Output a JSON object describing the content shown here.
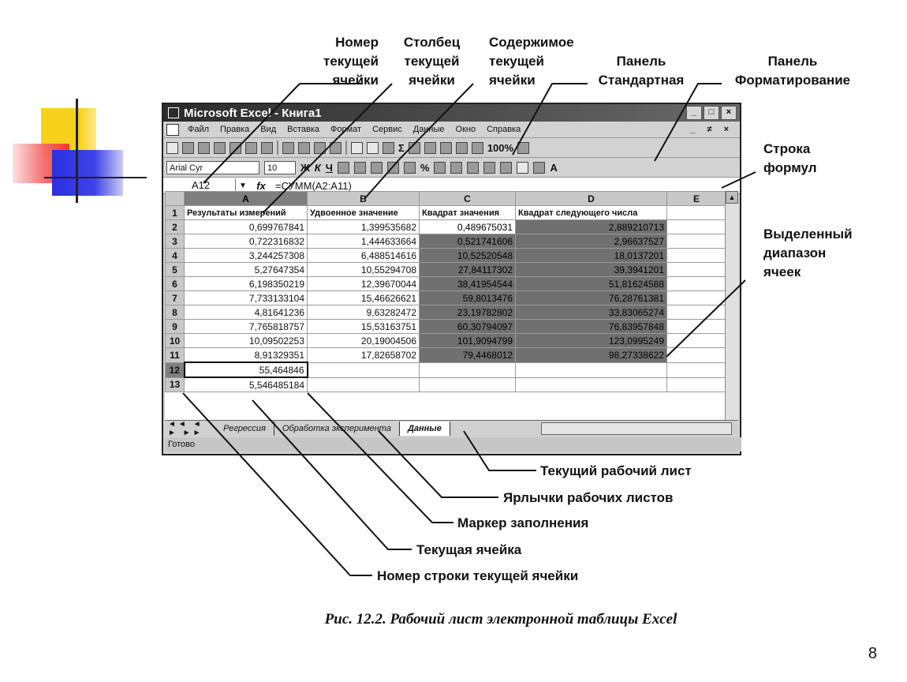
{
  "callouts": {
    "cell_number": [
      "Номер",
      "текущей",
      "ячейки"
    ],
    "cell_column": [
      "Столбец",
      "текущей",
      "ячейки"
    ],
    "cell_content": [
      "Содержимое",
      "текущей",
      "ячейки"
    ],
    "panel_standard": [
      "Панель",
      "Стандартная"
    ],
    "panel_format": [
      "Панель",
      "Форматирование"
    ],
    "formula_bar": [
      "Строка",
      "формул"
    ],
    "selected_range": [
      "Выделенный",
      "диапазон",
      "ячеек"
    ],
    "current_sheet": "Текущий рабочий лист",
    "sheet_tabs": "Ярлычки рабочих листов",
    "fill_marker": "Маркер заполнения",
    "current_cell": "Текущая ячейка",
    "row_number": "Номер строки текущей ячейки"
  },
  "window": {
    "title": "Microsoft Excel - Книга1",
    "menu": [
      "Файл",
      "Правка",
      "Вид",
      "Вставка",
      "Формат",
      "Сервис",
      "Данные",
      "Окно",
      "Справка"
    ],
    "menu_right": "_ ≠ ×",
    "zoom": "100%",
    "font": "Arial Cyr",
    "font_size": "10",
    "name_box": "A12",
    "formula": "=СУММ(A2:A11)",
    "status": "Готово"
  },
  "sheet": {
    "columns": [
      "A",
      "B",
      "C",
      "D",
      "E"
    ],
    "header_row": [
      "Результаты измерений",
      "Удвоенное значение",
      "Квадрат значения",
      "Квадрат следующего числа",
      ""
    ],
    "rows": [
      [
        "2",
        "0,699767841",
        "1,399535682",
        "0,489675031",
        "2,889210713"
      ],
      [
        "3",
        "0,722316832",
        "1,444633664",
        "0,521741606",
        "2,96637527"
      ],
      [
        "4",
        "3,244257308",
        "6,488514616",
        "10,52520548",
        "18,0137201"
      ],
      [
        "5",
        "5,27647354",
        "10,55294708",
        "27,84117302",
        "39,3941201"
      ],
      [
        "6",
        "6,198350219",
        "12,39670044",
        "38,41954544",
        "51,81624588"
      ],
      [
        "7",
        "7,733133104",
        "15,46626621",
        "59,8013476",
        "76,28761381"
      ],
      [
        "8",
        "4,81641236",
        "9,63282472",
        "23,19782802",
        "33,83065274"
      ],
      [
        "9",
        "7,765818757",
        "15,53163751",
        "60,30794097",
        "76,83957848"
      ],
      [
        "10",
        "10,09502253",
        "20,19004506",
        "101,9094799",
        "123,0995249"
      ],
      [
        "11",
        "8,91329351",
        "17,82658702",
        "79,4468012",
        "98,27338622"
      ]
    ],
    "row12": [
      "12",
      "55,464846"
    ],
    "row13": [
      "13",
      "5,546485184"
    ]
  },
  "tabs": [
    "Регрессия",
    "Обработка эксперимента",
    "Данные"
  ],
  "caption": "Рис. 12.2. Рабочий лист электронной таблицы Excel",
  "page_number": "8"
}
